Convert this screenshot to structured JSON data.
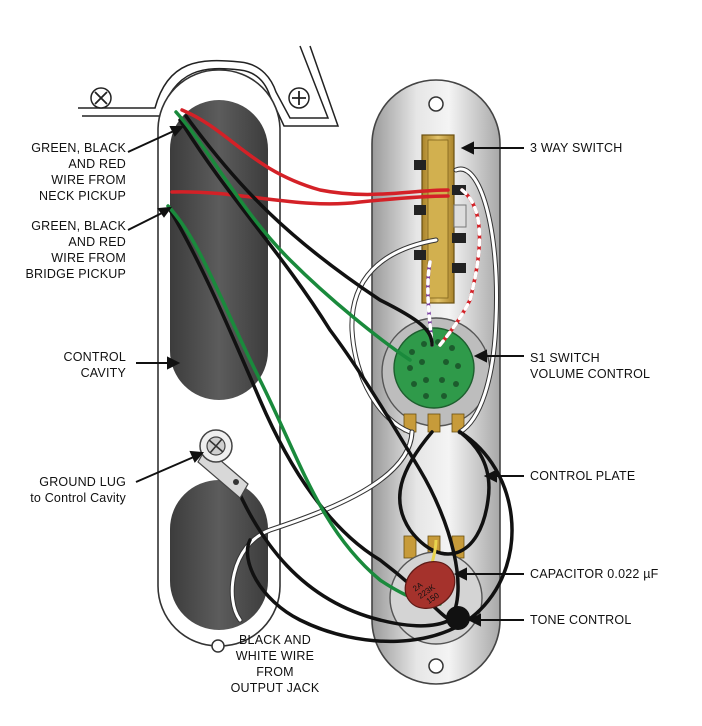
{
  "labels": {
    "neck_pickup": "GREEN, BLACK\nAND RED\nWIRE FROM\nNECK PICKUP",
    "bridge_pickup": "GREEN, BLACK\nAND RED\nWIRE FROM\nBRIDGE PICKUP",
    "control_cavity": "CONTROL\nCAVITY",
    "ground_lug": "GROUND LUG\nto Control Cavity",
    "output_jack": "BLACK AND\nWHITE WIRE\nFROM\nOUTPUT JACK",
    "three_way_switch": "3 WAY SWITCH",
    "s1_switch": "S1 SWITCH\nVOLUME CONTROL",
    "control_plate": "CONTROL PLATE",
    "capacitor": "CAPACITOR 0.022 µF",
    "tone_control": "TONE CONTROL"
  },
  "capacitor_marking": [
    "2A",
    "223K",
    "150"
  ],
  "colors": {
    "wire_red": "#d42127",
    "wire_green": "#1a8a3c",
    "wire_black": "#111111",
    "wire_white": "#ffffff",
    "cavity": "#4d4d4d",
    "plate": "#c9c9c9",
    "switch_body": "#c8a23a",
    "s1_board": "#2f9a4a",
    "capacitor": "#a5322c"
  }
}
